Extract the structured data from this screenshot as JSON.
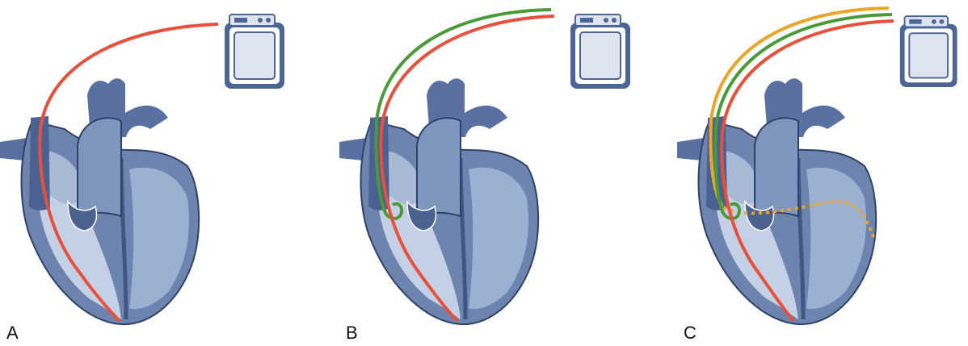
{
  "colors": {
    "heart_dark": "#3f5784",
    "heart_mid": "#6a81ab",
    "heart_light": "#b9c7de",
    "heart_outline": "#2e4166",
    "lead_red": "#e8503c",
    "lead_green": "#4a9a3a",
    "lead_yellow": "#e9a62a",
    "device_frame": "#4d6592",
    "device_face": "#dde4f0"
  },
  "panels": [
    {
      "label": "A",
      "leads": [
        "right-ventricle"
      ]
    },
    {
      "label": "B",
      "leads": [
        "right-ventricle",
        "right-atrium"
      ]
    },
    {
      "label": "C",
      "leads": [
        "right-ventricle",
        "right-atrium",
        "left-ventricle"
      ]
    }
  ]
}
